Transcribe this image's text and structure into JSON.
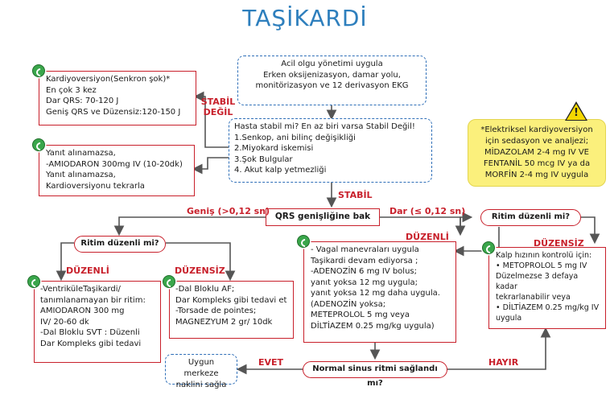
{
  "title": "TAŞİKARDİ",
  "box_initial": "Acil olgu yönetimi uygula\nErken oksijenizasyon, damar yolu,\nmonitörizasyon ve 12 derivasyon EKG",
  "box_stable_q": "Hasta stabil mi? En az biri varsa Stabil Değil!\n1.Senkop, ani bilinç değişikliği\n2.Miyokard iskemisi\n3.Şok Bulgular\n4. Akut kalp yetmezliği",
  "box_cardioversion": "Kardiyoversiyon(Senkron şok)*\nEn  çok 3 kez\nDar QRS: 70-120 J\nGeniş QRS ve Düzensiz:120-150 J",
  "box_amiodaron": " Yanıt alınamazsa,\n-AMIODARON 300mg IV (10-20dk)\nYanıt alınamazsa,\nKardioversiyonu tekrarla",
  "label_stabil_degil": "STABİL\nDEĞİL",
  "label_stabil": "STABİL",
  "box_qrs": "QRS genişliğine bak",
  "label_genis": "Geniş (>0,12 sn)",
  "label_dar": "Dar (≤ 0,12 sn)",
  "pill_ritim_left": "Ritim düzenli mi?",
  "pill_ritim_right": "Ritim düzenli mi?",
  "label_duzenli_left": "DÜZENLİ",
  "label_duzensiz_left": "DÜZENSİZ",
  "label_duzenli_mid": "DÜZENLİ",
  "label_duzensiz_right": "DÜZENSİZ",
  "box_vt": "-VentriküleTaşikardi/\ntanımlanamayan bir ritim:\nAMIODARON 300 mg\nIV/  20-60 dk\n-Dal Bloklu SVT : Düzenli\nDar Kompleks gibi tedavi",
  "box_af": "-Dal Bloklu AF;\nDar Kompleks gibi tedavi et\n-Torsade de pointes;\nMAGNEZYUM 2 gr/ 10dk",
  "box_vagal": " - Vagal manevraları uygula\nTaşikardi devam ediyorsa ;\n-ADENOZİN 6 mg  IV bolus;\nyanıt yoksa 12 mg uygula;\nyanıt yoksa 12 mg daha uygula.\n(ADENOZİN yoksa;\nMETEPROLOL 5 mg veya\nDİLTİAZEM 0.25 mg/kg uygula)",
  "box_rate": "Kalp hızının kontrolü için:\n• METOPROLOL 5 mg IV\nDüzelmezse 3 defaya kadar\ntekrarlanabilir veya\n• DİLTİAZEM 0.25 mg/kg IV\nuygula",
  "box_sedation": "*Elektriksel kardiyoversiyon\niçin sedasyon  ve analjezi;\nMİDAZOLAM 2-4 mg IV VE\nFENTANİL 50 mcg IV ya da\nMORFİN 2-4 mg IV uygula",
  "pill_sinus": "Normal sinus ritmi sağlandı mı?",
  "label_evet": "EVET",
  "label_hayir": "HAYIR",
  "box_refer": "Uygun merkeze\nnaklini sağla",
  "colors": {
    "accent_red": "#c8202b",
    "accent_blue": "#2e7fbd",
    "note_yellow": "#fbf07c"
  }
}
